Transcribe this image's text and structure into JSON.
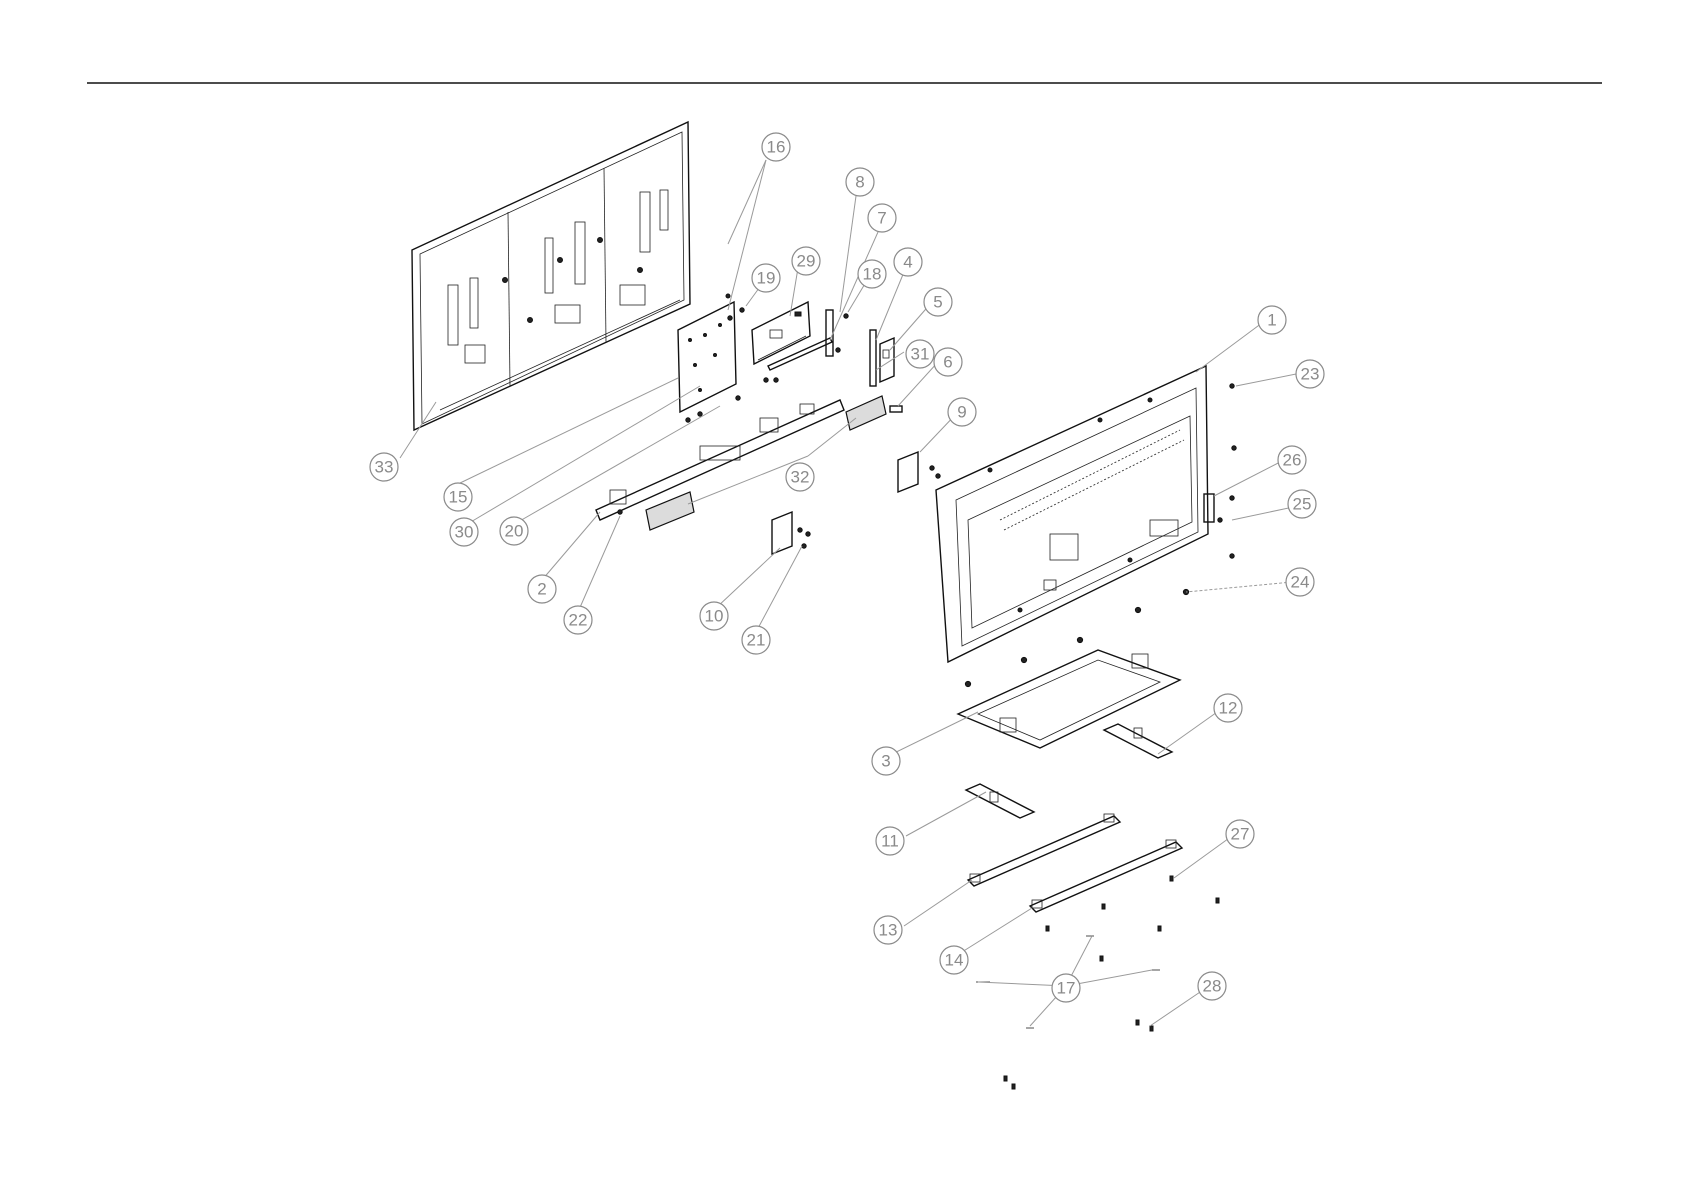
{
  "diagram": {
    "callouts": [
      {
        "id": "16",
        "label": "16"
      },
      {
        "id": "8",
        "label": "8"
      },
      {
        "id": "7",
        "label": "7"
      },
      {
        "id": "29",
        "label": "29"
      },
      {
        "id": "19",
        "label": "19"
      },
      {
        "id": "18",
        "label": "18"
      },
      {
        "id": "4",
        "label": "4"
      },
      {
        "id": "5",
        "label": "5"
      },
      {
        "id": "31",
        "label": "31"
      },
      {
        "id": "6",
        "label": "6"
      },
      {
        "id": "33",
        "label": "33"
      },
      {
        "id": "15",
        "label": "15"
      },
      {
        "id": "30",
        "label": "30"
      },
      {
        "id": "20",
        "label": "20"
      },
      {
        "id": "32",
        "label": "32"
      },
      {
        "id": "2",
        "label": "2"
      },
      {
        "id": "22",
        "label": "22"
      },
      {
        "id": "9",
        "label": "9"
      },
      {
        "id": "10",
        "label": "10"
      },
      {
        "id": "21",
        "label": "21"
      },
      {
        "id": "1",
        "label": "1"
      },
      {
        "id": "23",
        "label": "23"
      },
      {
        "id": "26",
        "label": "26"
      },
      {
        "id": "25",
        "label": "25"
      },
      {
        "id": "24",
        "label": "24"
      },
      {
        "id": "12",
        "label": "12"
      },
      {
        "id": "3",
        "label": "3"
      },
      {
        "id": "11",
        "label": "11"
      },
      {
        "id": "27",
        "label": "27"
      },
      {
        "id": "13",
        "label": "13"
      },
      {
        "id": "14",
        "label": "14"
      },
      {
        "id": "17",
        "label": "17"
      },
      {
        "id": "28",
        "label": "28"
      }
    ]
  }
}
